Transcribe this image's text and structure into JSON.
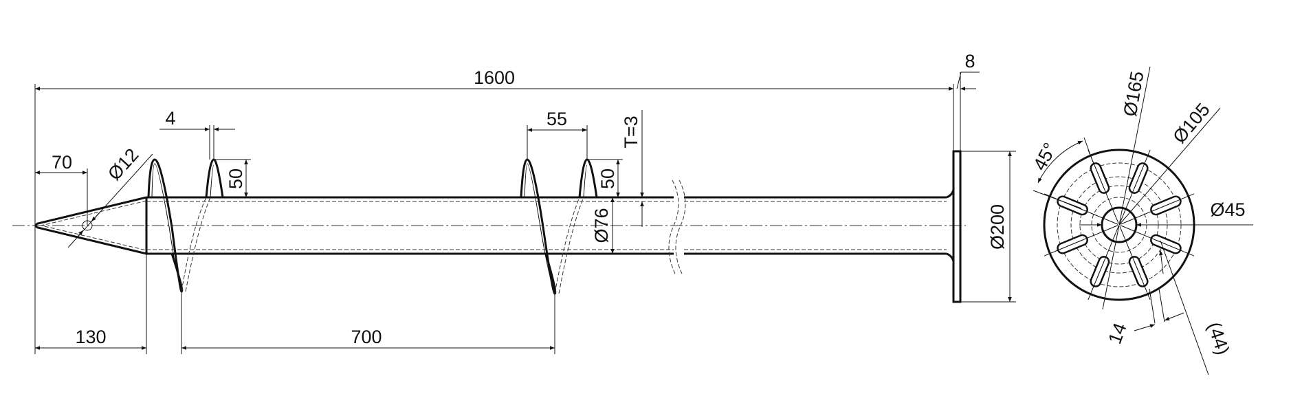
{
  "dimensions": {
    "overall_length": "1600",
    "flange_thickness": "8",
    "tip_hole_offset": "70",
    "tip_hole_diameter": "Ø12",
    "blade_thickness": "4",
    "blade_pitch": "55",
    "blade_height_1": "50",
    "blade_height_2": "50",
    "wall_thickness": "T=3",
    "tube_diameter": "Ø76",
    "flange_diameter": "Ø200",
    "cone_length": "130",
    "blade_spacing": "700"
  },
  "end_view": {
    "slot_angle": "45°",
    "outer_slot_circle": "Ø165",
    "inner_slot_circle": "Ø105",
    "center_hole": "Ø45",
    "slot_width": "14",
    "slot_length": "(44)",
    "slot_count": 8
  }
}
